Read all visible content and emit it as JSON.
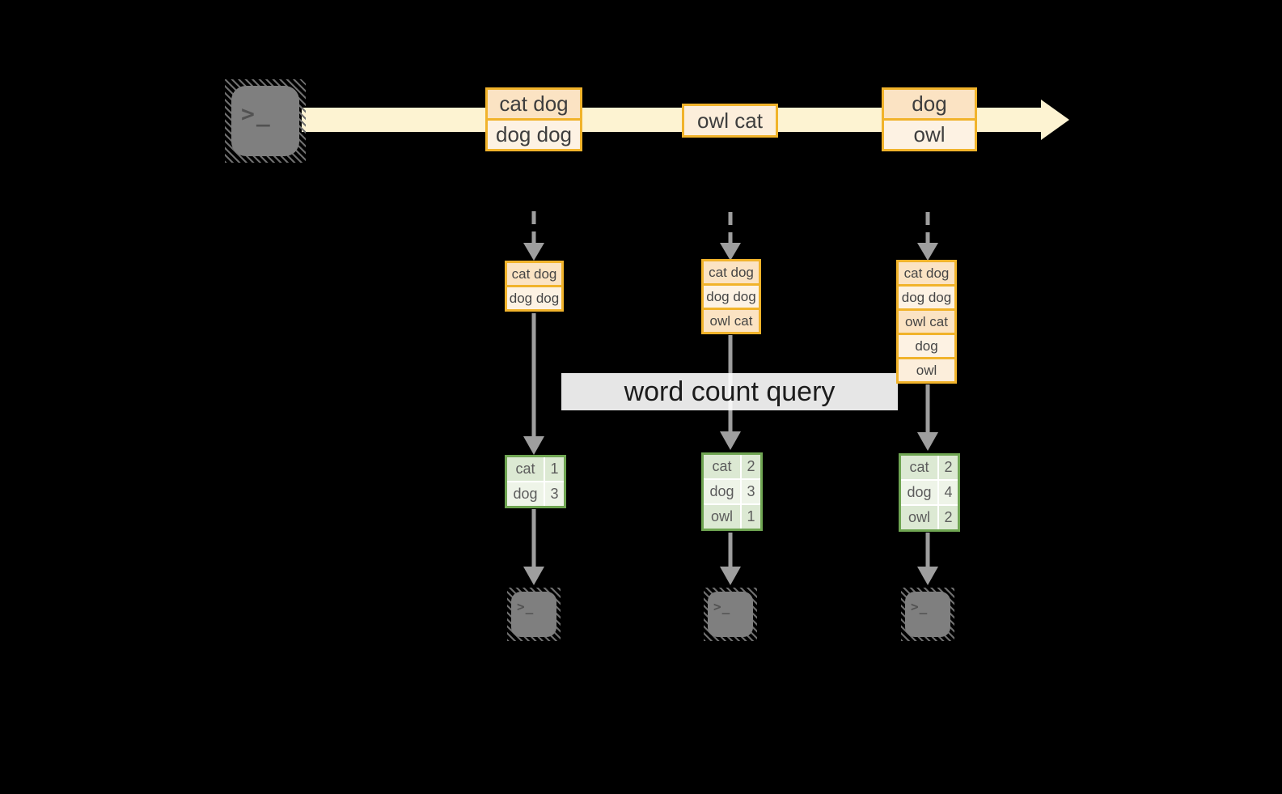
{
  "banner": {
    "label": "word count query"
  },
  "stream": {
    "events": [
      {
        "lines": [
          "cat dog",
          "dog dog"
        ]
      },
      {
        "lines": [
          "owl cat"
        ]
      },
      {
        "lines": [
          "dog",
          "owl"
        ]
      }
    ]
  },
  "columns": [
    {
      "stack_rows": [
        "cat dog",
        "dog dog"
      ],
      "counts": [
        {
          "word": "cat",
          "count": "1"
        },
        {
          "word": "dog",
          "count": "3"
        }
      ]
    },
    {
      "stack_rows": [
        "cat dog",
        "dog dog",
        "owl cat"
      ],
      "counts": [
        {
          "word": "cat",
          "count": "2"
        },
        {
          "word": "dog",
          "count": "3"
        },
        {
          "word": "owl",
          "count": "1"
        }
      ]
    },
    {
      "stack_rows": [
        "cat dog",
        "dog dog",
        "owl cat",
        "dog",
        "owl"
      ],
      "counts": [
        {
          "word": "cat",
          "count": "2"
        },
        {
          "word": "dog",
          "count": "4"
        },
        {
          "word": "owl",
          "count": "2"
        }
      ]
    }
  ],
  "icons": {
    "terminal_prompt": ">_"
  },
  "colors": {
    "background": "#000000",
    "stream_band": "#fdf3d2",
    "event_border": "#f1b32b",
    "event_fill_dark": "#fbe3c3",
    "event_fill_light": "#fdf2e3",
    "table_border": "#6fa552",
    "table_fill_dark": "#dce9d3",
    "table_fill_light": "#eef4e8",
    "arrow_gray": "#9e9e9e",
    "terminal_gray": "#7f7f7f",
    "banner_bg": "#ffffff"
  }
}
